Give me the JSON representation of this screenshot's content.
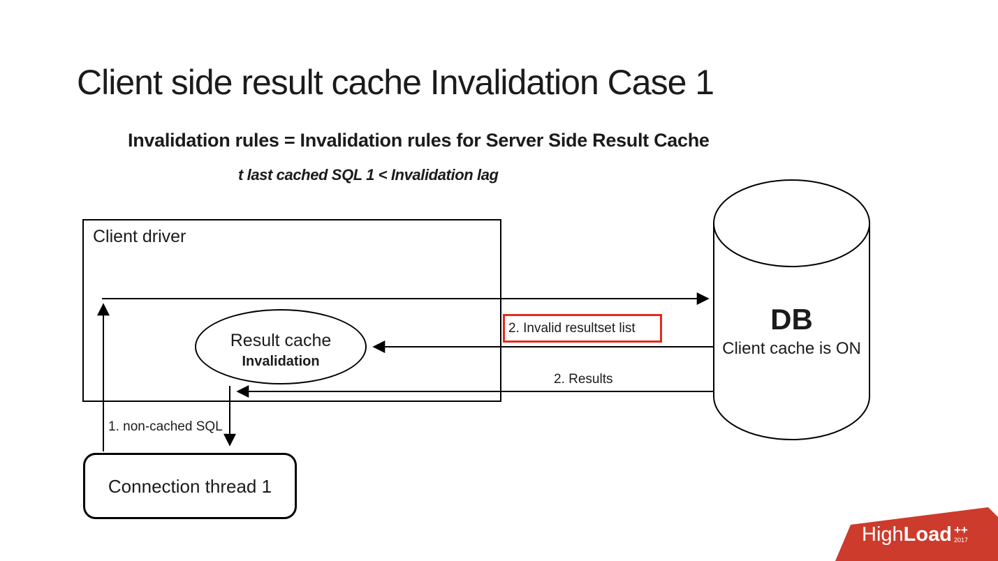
{
  "slide": {
    "title": "Client side result cache Invalidation Case 1",
    "subtitle": "Invalidation rules = Invalidation rules for Server Side Result Cache",
    "formula": "t last cached SQL 1 < Invalidation lag"
  },
  "diagram": {
    "client_driver": {
      "label": "Client driver"
    },
    "result_cache": {
      "label": "Result cache",
      "sublabel": "Invalidation"
    },
    "db": {
      "label": "DB",
      "sublabel": "Client cache is ON"
    },
    "connection_thread": {
      "label": "Connection thread 1"
    },
    "labels": {
      "non_cached_sql": "1. non-cached SQL",
      "invalid_resultset": "2. Invalid resultset list",
      "results": "2. Results"
    }
  },
  "logo": {
    "brand_light": "High",
    "brand_bold": "Load",
    "plus": "++",
    "year": "2017"
  },
  "colors": {
    "highlight_red": "#e02b1d",
    "logo_red": "#cd3b2c",
    "line": "#000000",
    "text": "#1b1b1b"
  }
}
